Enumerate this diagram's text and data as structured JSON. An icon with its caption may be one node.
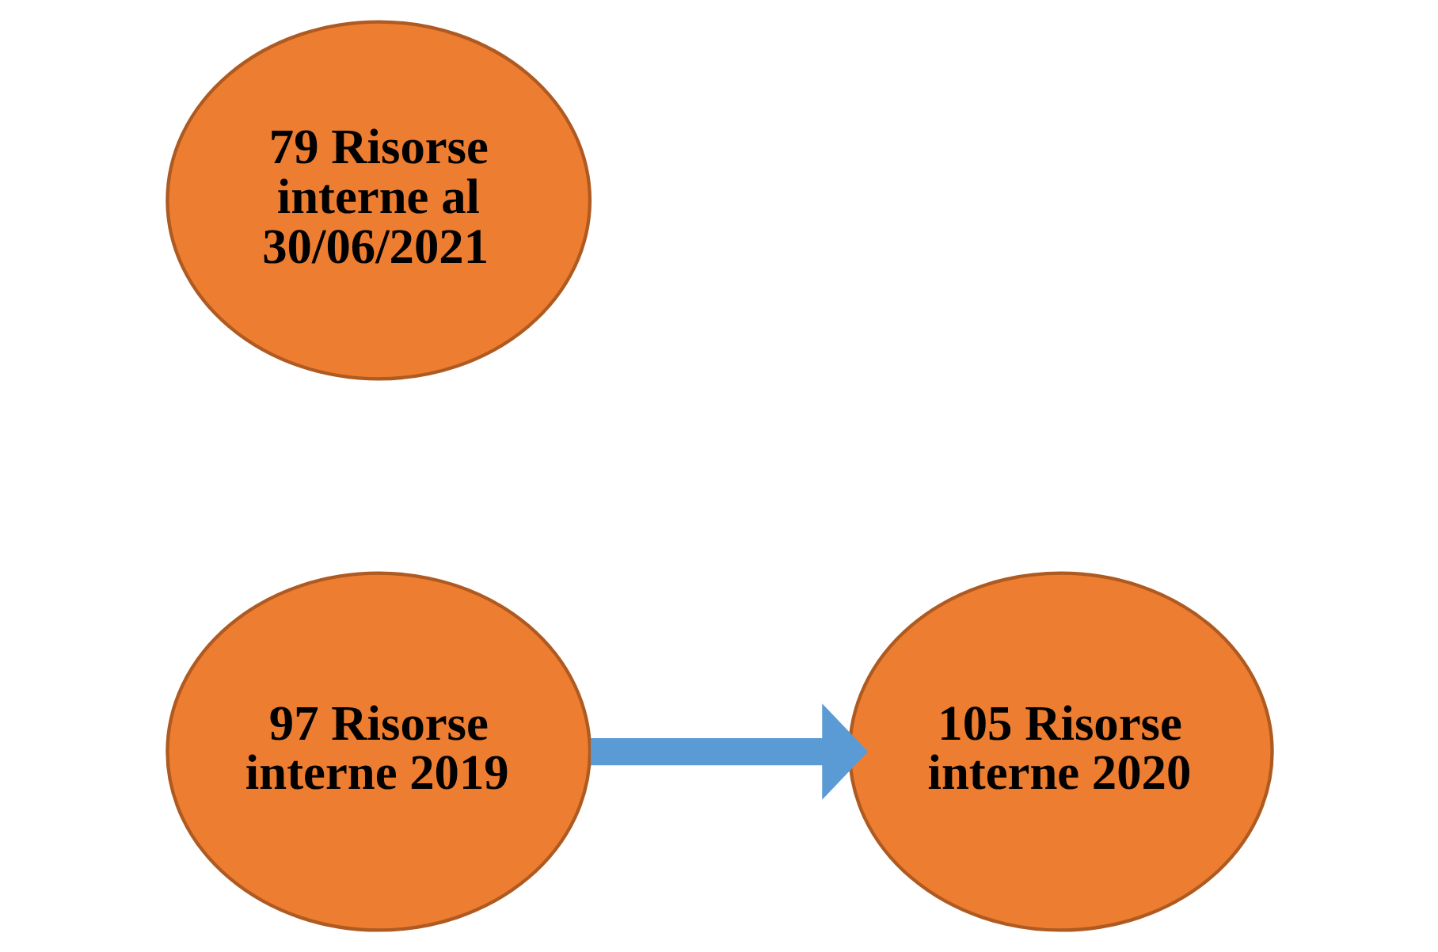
{
  "diagram": {
    "nodes": [
      {
        "text": [
          "97 Risorse interne 2019"
        ]
      },
      {
        "text": [
          "105 Risorse interne 2020"
        ]
      },
      {
        "text": [
          "79 Risorse interne al 30/06/2021"
        ]
      }
    ],
    "edges": [
      {
        "from": 0,
        "to": 1,
        "arrow": "to",
        "color": "#5b9bd5"
      }
    ]
  }
}
